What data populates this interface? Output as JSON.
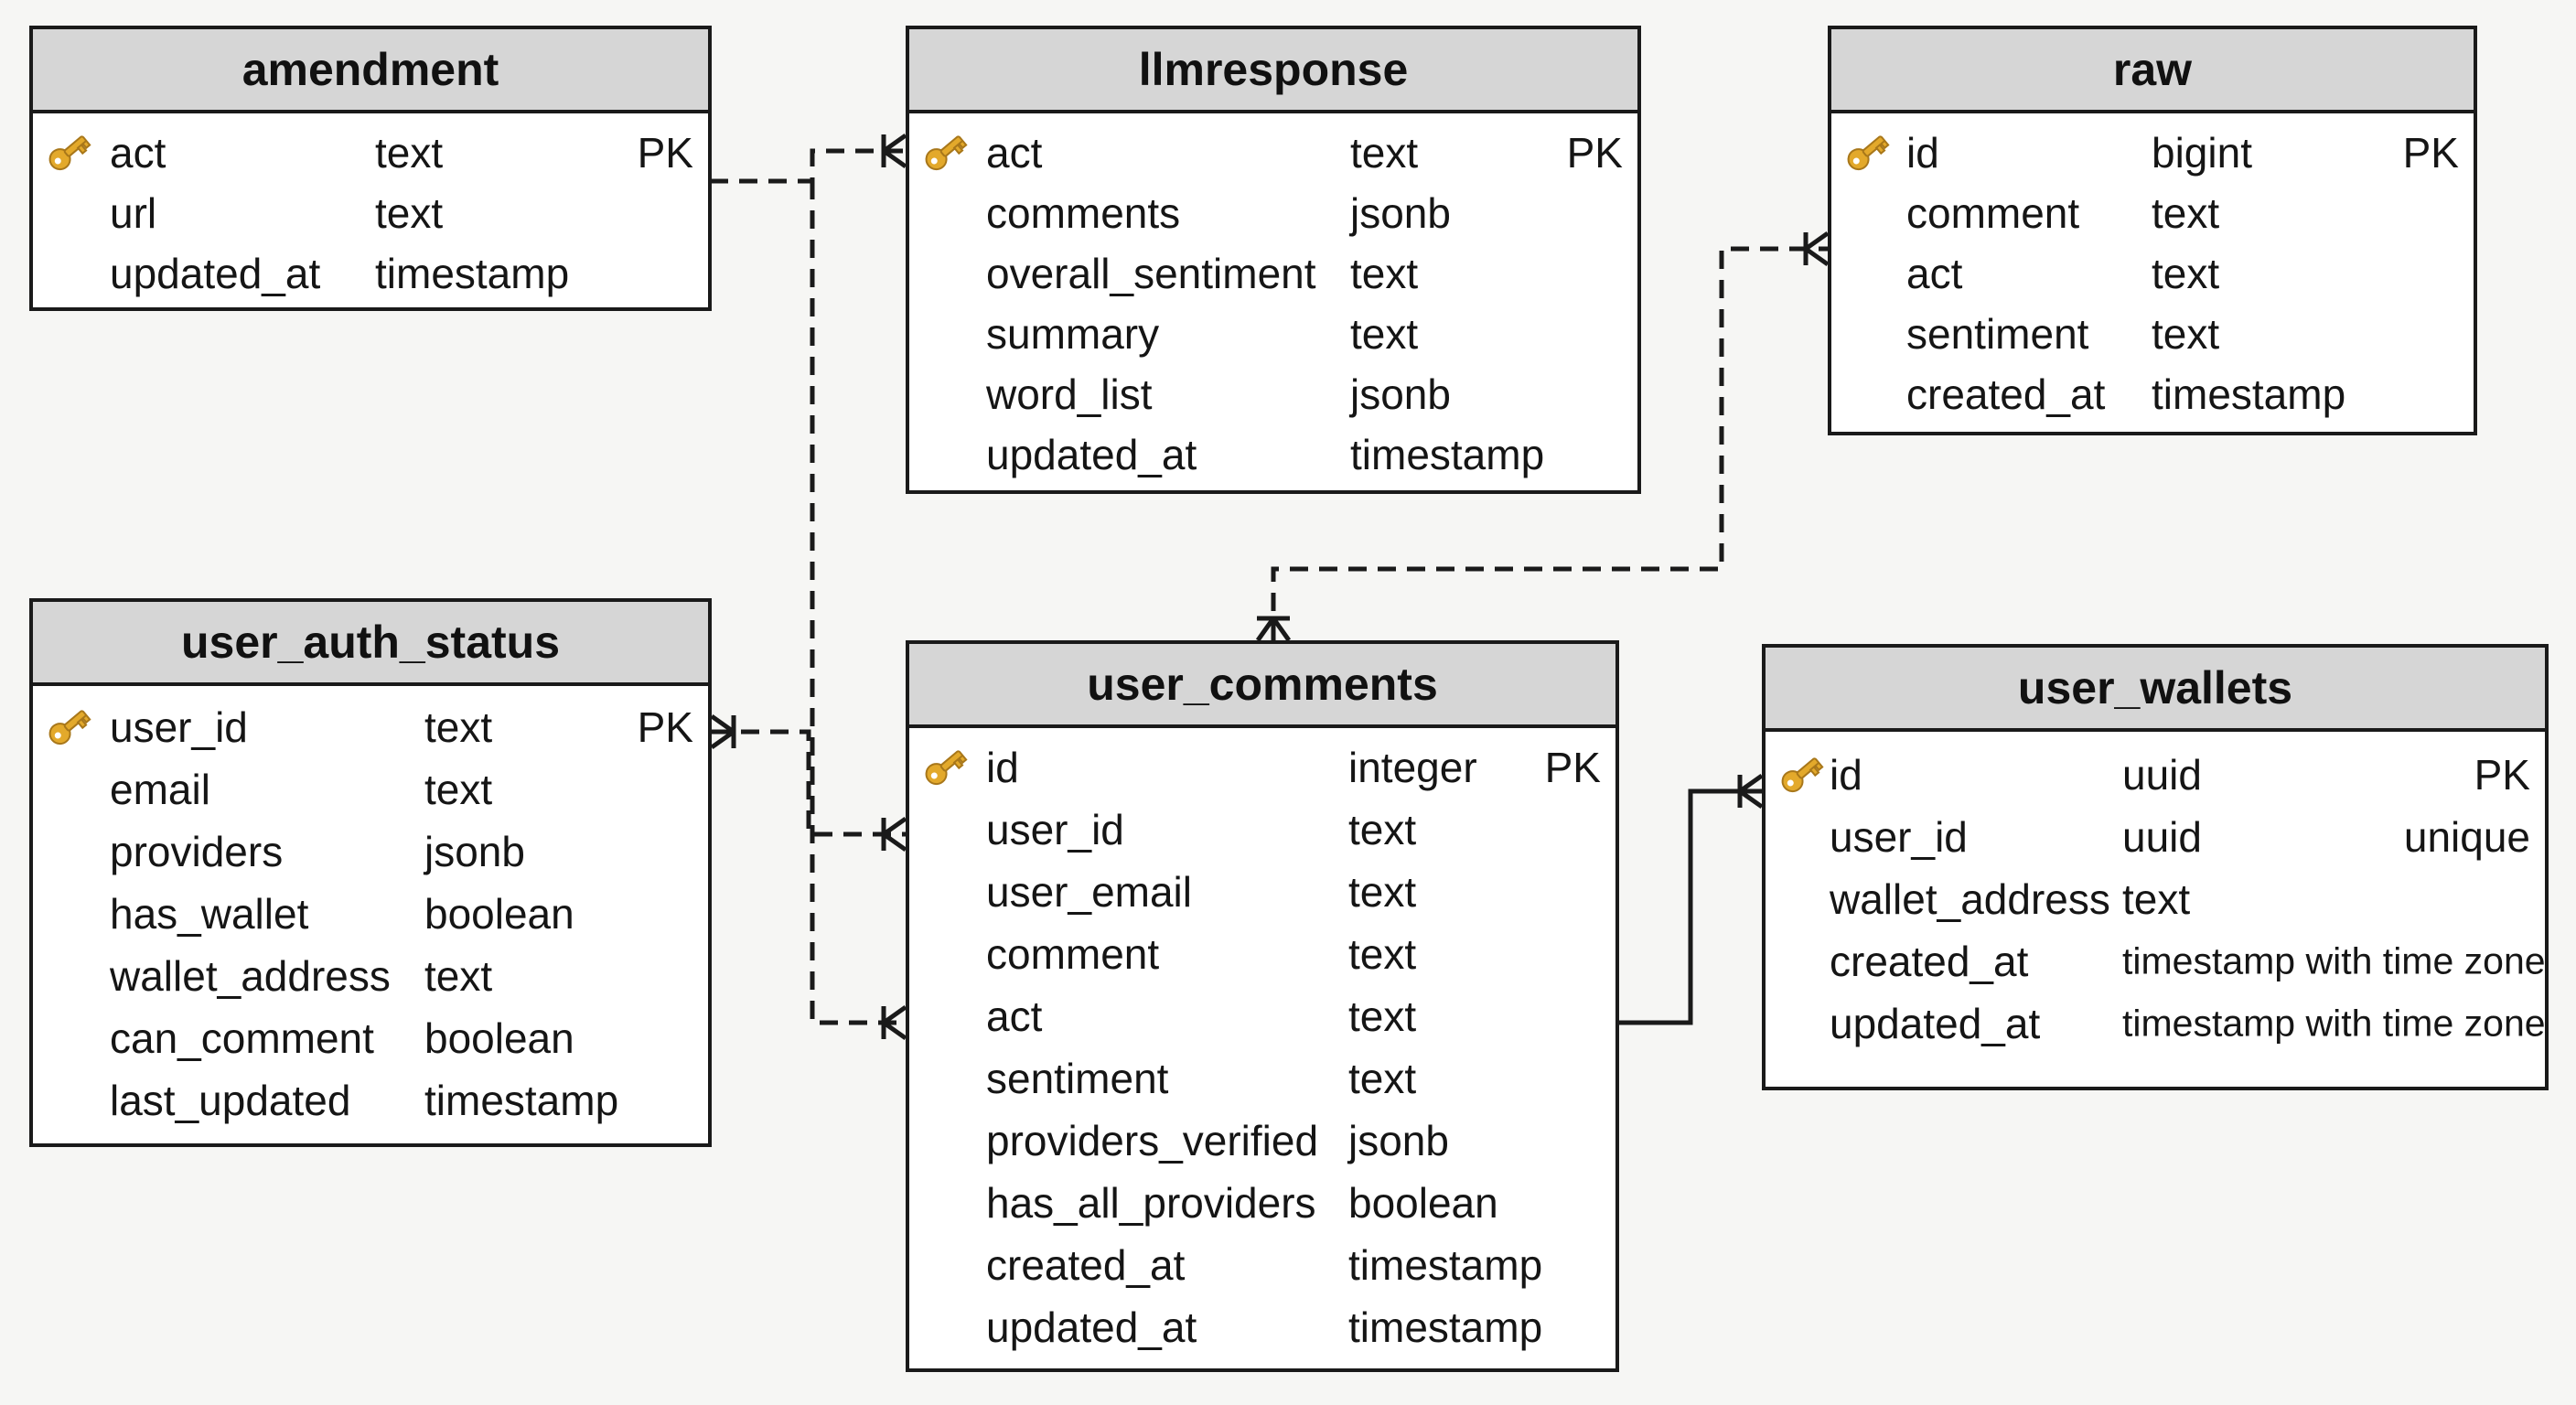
{
  "colors": {
    "header_bg": "#d6d6d6",
    "border": "#1a1a1a",
    "key_icon": "#e3a92b",
    "background": "#f6f6f4"
  },
  "tables": {
    "amendment": {
      "name": "amendment",
      "columns": [
        {
          "name": "act",
          "type": "text",
          "constraint": "PK",
          "key": true
        },
        {
          "name": "url",
          "type": "text",
          "constraint": "",
          "key": false
        },
        {
          "name": "updated_at",
          "type": "timestamp",
          "constraint": "",
          "key": false
        }
      ]
    },
    "llmresponse": {
      "name": "llmresponse",
      "columns": [
        {
          "name": "act",
          "type": "text",
          "constraint": "PK",
          "key": true
        },
        {
          "name": "comments",
          "type": "jsonb",
          "constraint": "",
          "key": false
        },
        {
          "name": "overall_sentiment",
          "type": "text",
          "constraint": "",
          "key": false
        },
        {
          "name": "summary",
          "type": "text",
          "constraint": "",
          "key": false
        },
        {
          "name": "word_list",
          "type": "jsonb",
          "constraint": "",
          "key": false
        },
        {
          "name": "updated_at",
          "type": "timestamp",
          "constraint": "",
          "key": false
        }
      ]
    },
    "raw": {
      "name": "raw",
      "columns": [
        {
          "name": "id",
          "type": "bigint",
          "constraint": "PK",
          "key": true
        },
        {
          "name": "comment",
          "type": "text",
          "constraint": "",
          "key": false
        },
        {
          "name": "act",
          "type": "text",
          "constraint": "",
          "key": false
        },
        {
          "name": "sentiment",
          "type": "text",
          "constraint": "",
          "key": false
        },
        {
          "name": "created_at",
          "type": "timestamp",
          "constraint": "",
          "key": false
        }
      ]
    },
    "user_auth_status": {
      "name": "user_auth_status",
      "columns": [
        {
          "name": "user_id",
          "type": "text",
          "constraint": "PK",
          "key": true
        },
        {
          "name": "email",
          "type": "text",
          "constraint": "",
          "key": false
        },
        {
          "name": "providers",
          "type": "jsonb",
          "constraint": "",
          "key": false
        },
        {
          "name": "has_wallet",
          "type": "boolean",
          "constraint": "",
          "key": false
        },
        {
          "name": "wallet_address",
          "type": "text",
          "constraint": "",
          "key": false
        },
        {
          "name": "can_comment",
          "type": "boolean",
          "constraint": "",
          "key": false
        },
        {
          "name": "last_updated",
          "type": "timestamp",
          "constraint": "",
          "key": false
        }
      ]
    },
    "user_comments": {
      "name": "user_comments",
      "columns": [
        {
          "name": "id",
          "type": "integer",
          "constraint": "PK",
          "key": true
        },
        {
          "name": "user_id",
          "type": "text",
          "constraint": "",
          "key": false
        },
        {
          "name": "user_email",
          "type": "text",
          "constraint": "",
          "key": false
        },
        {
          "name": "comment",
          "type": "text",
          "constraint": "",
          "key": false
        },
        {
          "name": "act",
          "type": "text",
          "constraint": "",
          "key": false
        },
        {
          "name": "sentiment",
          "type": "text",
          "constraint": "",
          "key": false
        },
        {
          "name": "providers_verified",
          "type": "jsonb",
          "constraint": "",
          "key": false
        },
        {
          "name": "has_all_providers",
          "type": "boolean",
          "constraint": "",
          "key": false
        },
        {
          "name": "created_at",
          "type": "timestamp",
          "constraint": "",
          "key": false
        },
        {
          "name": "updated_at",
          "type": "timestamp",
          "constraint": "",
          "key": false
        }
      ]
    },
    "user_wallets": {
      "name": "user_wallets",
      "columns": [
        {
          "name": "id",
          "type": "uuid",
          "constraint": "PK",
          "key": true
        },
        {
          "name": "user_id",
          "type": "uuid",
          "constraint": "unique",
          "key": false
        },
        {
          "name": "wallet_address",
          "type": "text",
          "constraint": "",
          "key": false
        },
        {
          "name": "created_at",
          "type": "timestamp with time zone",
          "constraint": "",
          "key": false
        },
        {
          "name": "updated_at",
          "type": "timestamp with time zone",
          "constraint": "",
          "key": false
        }
      ]
    }
  },
  "relationships": [
    {
      "from": "amendment",
      "to": "llmresponse",
      "style": "dashed",
      "end": "crows-foot"
    },
    {
      "from": "amendment",
      "to": "user_comments",
      "style": "dashed",
      "end": "crows-foot"
    },
    {
      "from": "user_auth_status",
      "to": "user_comments",
      "style": "dashed",
      "end": "crows-foot"
    },
    {
      "from": "raw",
      "to": "user_comments",
      "style": "dashed",
      "end": "crows-foot"
    },
    {
      "from": "user_comments",
      "to": "user_wallets",
      "style": "solid",
      "end": "crows-foot"
    }
  ]
}
